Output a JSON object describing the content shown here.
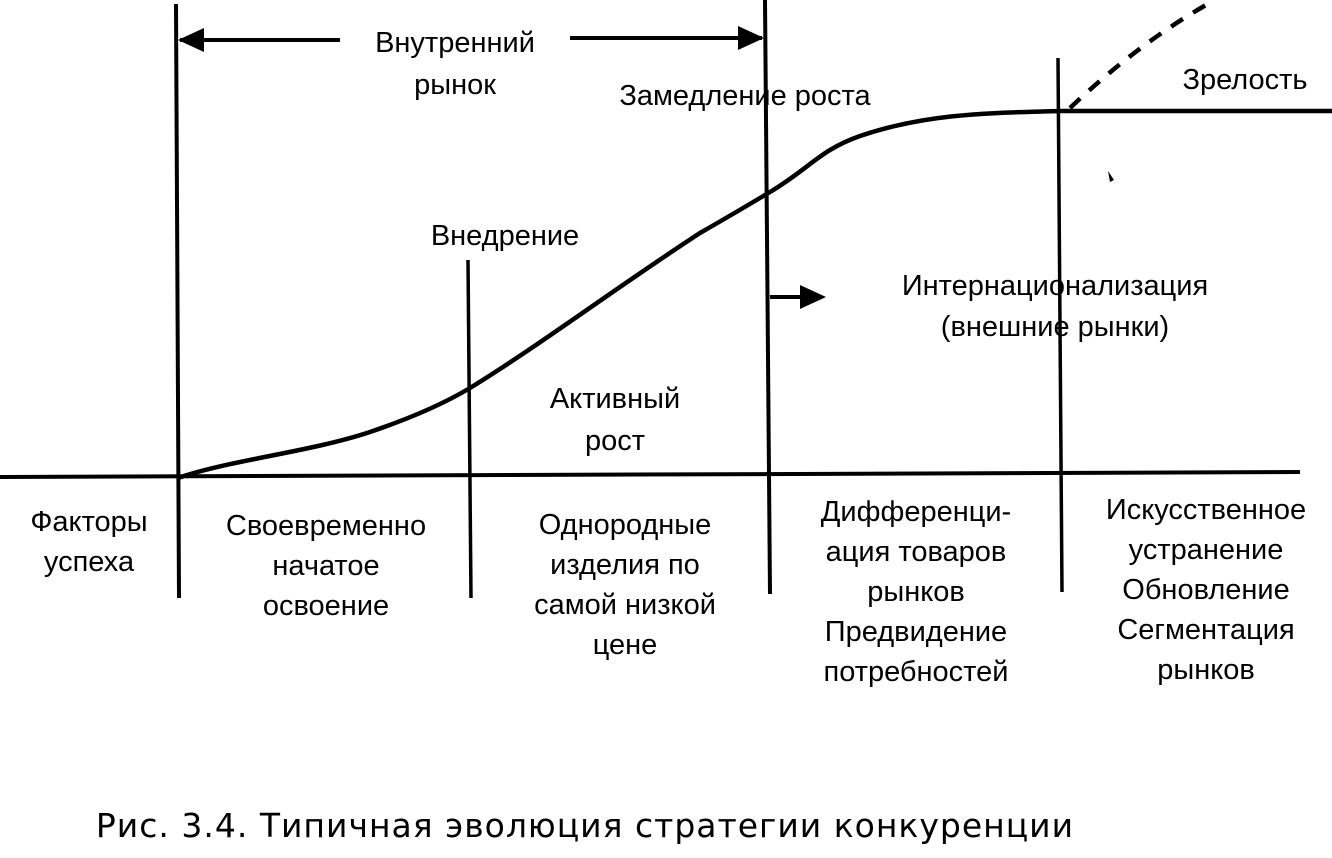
{
  "diagram": {
    "stages": {
      "internal_market": "Внутренний\nрынок",
      "growth_slowdown": "Замедление роста",
      "maturity": "Зрелость",
      "introduction": "Внедрение",
      "internationalization": "Интернационализация\n(внешние рынки)",
      "active_growth": "Активный\nрост"
    },
    "success_factors": {
      "header": "Факторы\nуспеха",
      "introduction": "Своевременно\nначатое\nосвоение",
      "active_growth": "Однородные\nизделия по\nсамой низкой\nцене",
      "slowdown": "Дифференци-\nация товаров\nрынков\nПредвидение\nпотребностей",
      "maturity": "Искусственное\nустранение\nОбновление\nСегментация\nрынков"
    }
  },
  "caption": "Рис. 3.4. Типичная эволюция стратегии конкуренции"
}
